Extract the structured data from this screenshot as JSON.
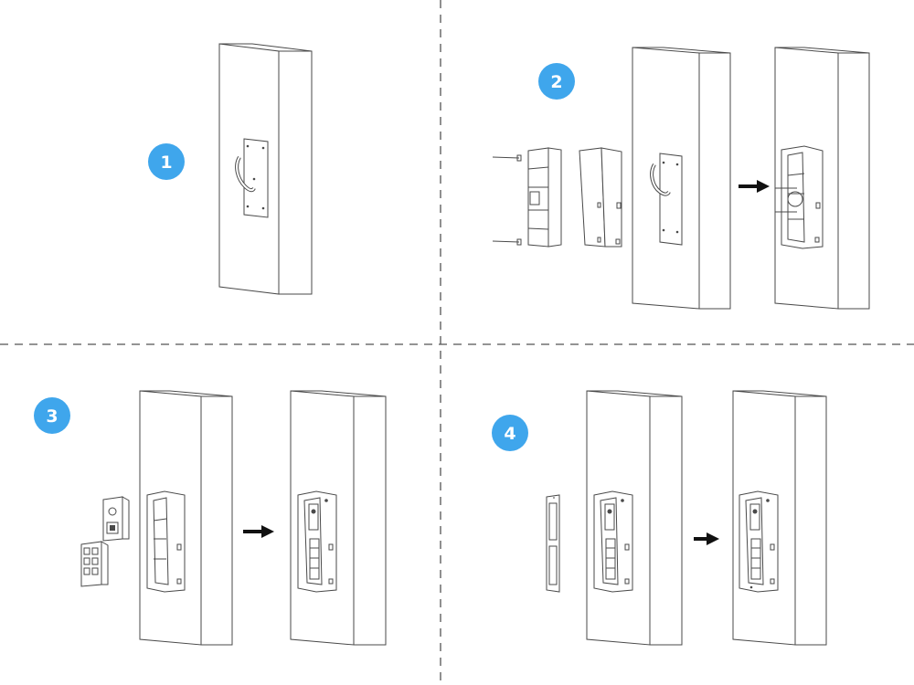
{
  "steps": [
    {
      "label": "1"
    },
    {
      "label": "2"
    },
    {
      "label": "3"
    },
    {
      "label": "4"
    }
  ],
  "colors": {
    "badge": "#3fa6ec",
    "line": "#4a4a4a",
    "divider": "#555555",
    "arrow": "#111111"
  },
  "icons": [
    "screw-icon",
    "arrow-right-icon",
    "cable-icon"
  ]
}
